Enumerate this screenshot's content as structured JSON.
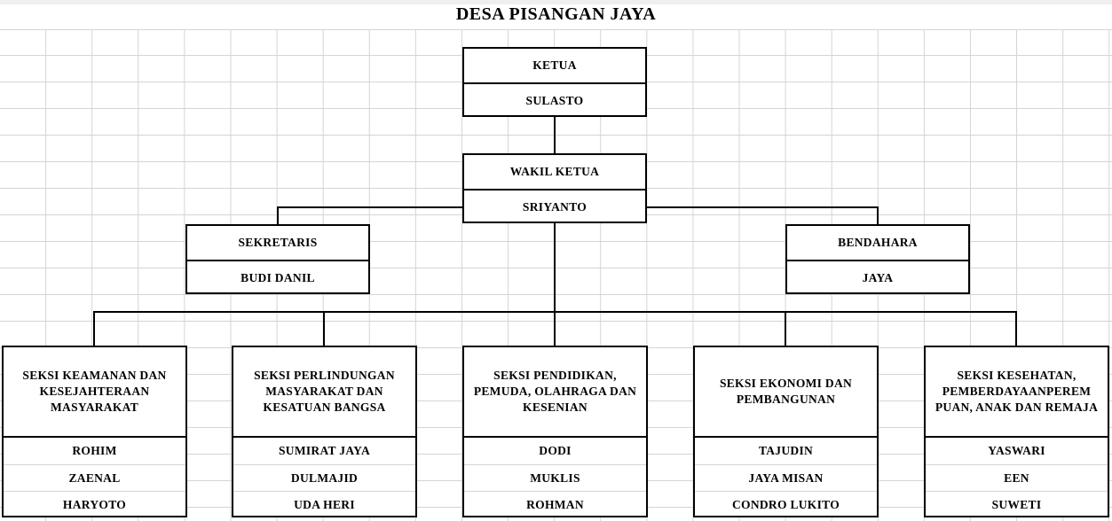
{
  "document": {
    "title": "DESA PISANGAN JAYA",
    "type": "organizational-chart",
    "colors": {
      "border": "#000000",
      "background": "#ffffff",
      "gridline": "#d4d4d4",
      "text": "#000000"
    }
  },
  "chart_data": {
    "type": "diagram",
    "title": "DESA PISANGAN JAYA",
    "nodes": [
      {
        "id": "ketua",
        "role": "KETUA",
        "names": [
          "SULASTO"
        ]
      },
      {
        "id": "wakil",
        "role": "WAKIL KETUA",
        "names": [
          "SRIYANTO"
        ]
      },
      {
        "id": "sekretaris",
        "role": "SEKRETARIS",
        "names": [
          "BUDI DANIL"
        ]
      },
      {
        "id": "bendahara",
        "role": "BENDAHARA",
        "names": [
          "JAYA"
        ]
      },
      {
        "id": "seksi1",
        "role": "SEKSI KEAMANAN DAN KESEJAHTERAAN MASYARAKAT",
        "names": [
          "ROHIM",
          "ZAENAL",
          "HARYOTO"
        ]
      },
      {
        "id": "seksi2",
        "role": "SEKSI PERLINDUNGAN MASYARAKAT DAN KESATUAN BANGSA",
        "names": [
          "SUMIRAT JAYA",
          "DULMAJID",
          "UDA HERI"
        ]
      },
      {
        "id": "seksi3",
        "role": "SEKSI PENDIDIKAN, PEMUDA, OLAHRAGA DAN KESENIAN",
        "names": [
          "DODI",
          "MUKLIS",
          "ROHMAN"
        ]
      },
      {
        "id": "seksi4",
        "role": "SEKSI EKONOMI DAN PEMBANGUNAN",
        "names": [
          "TAJUDIN",
          "JAYA MISAN",
          "CONDRO LUKITO"
        ]
      },
      {
        "id": "seksi5",
        "role": "SEKSI KESEHATAN, PEMBERDAYAANPEREM PUAN, ANAK DAN REMAJA",
        "names": [
          "YASWARI",
          "EEN",
          "SUWETI"
        ]
      }
    ],
    "edges": [
      {
        "from": "ketua",
        "to": "wakil"
      },
      {
        "from": "wakil",
        "to": "sekretaris"
      },
      {
        "from": "wakil",
        "to": "bendahara"
      },
      {
        "from": "wakil",
        "to": "seksi1"
      },
      {
        "from": "wakil",
        "to": "seksi2"
      },
      {
        "from": "wakil",
        "to": "seksi3"
      },
      {
        "from": "wakil",
        "to": "seksi4"
      },
      {
        "from": "wakil",
        "to": "seksi5"
      }
    ]
  },
  "nodes": {
    "ketua": {
      "role": "KETUA",
      "name1": "SULASTO"
    },
    "wakil": {
      "role": "WAKIL KETUA",
      "name1": "SRIYANTO"
    },
    "sekretaris": {
      "role": "SEKRETARIS",
      "name1": "BUDI DANIL"
    },
    "bendahara": {
      "role": "BENDAHARA",
      "name1": "JAYA"
    },
    "seksi1": {
      "role": "SEKSI KEAMANAN DAN KESEJAHTERAAN MASYARAKAT",
      "name1": "ROHIM",
      "name2": "ZAENAL",
      "name3": "HARYOTO"
    },
    "seksi2": {
      "role": "SEKSI PERLINDUNGAN MASYARAKAT DAN KESATUAN BANGSA",
      "name1": "SUMIRAT JAYA",
      "name2": "DULMAJID",
      "name3": "UDA HERI"
    },
    "seksi3": {
      "role": "SEKSI PENDIDIKAN, PEMUDA, OLAHRAGA DAN KESENIAN",
      "name1": "DODI",
      "name2": "MUKLIS",
      "name3": "ROHMAN"
    },
    "seksi4": {
      "role": "SEKSI EKONOMI DAN PEMBANGUNAN",
      "name1": "TAJUDIN",
      "name2": "JAYA MISAN",
      "name3": "CONDRO LUKITO"
    },
    "seksi5": {
      "role": "SEKSI KESEHATAN, PEMBERDAYAANPEREM PUAN, ANAK DAN REMAJA",
      "name1": "YASWARI",
      "name2": "EEN",
      "name3": "SUWETI"
    }
  }
}
